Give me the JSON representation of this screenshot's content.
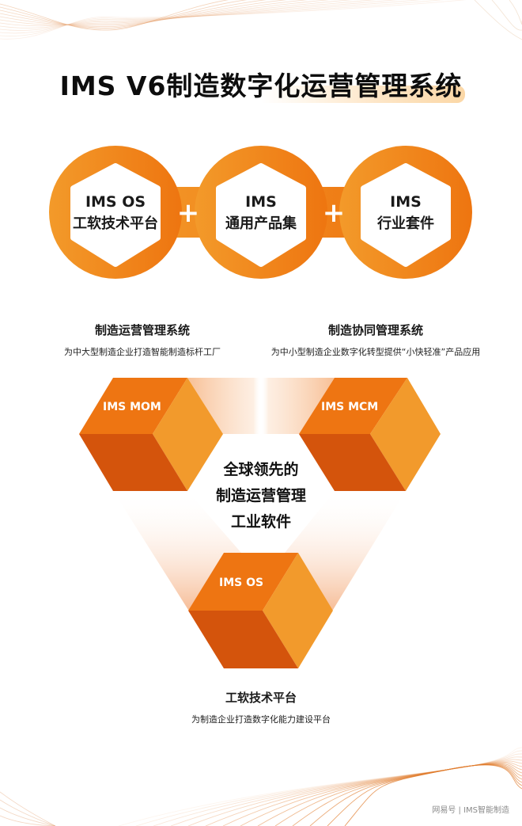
{
  "title": "IMS V6制造数字化运营管理系统",
  "formula": {
    "items": [
      {
        "line1": "IMS OS",
        "line2": "工软技术平台"
      },
      {
        "line1": "IMS",
        "line2": "通用产品集"
      },
      {
        "line1": "IMS",
        "line2": "行业套件"
      }
    ],
    "operator": "+"
  },
  "descriptions": {
    "left": {
      "heading": "制造运营管理系统",
      "sub": "为中大型制造企业打造智能制造标杆工厂"
    },
    "right": {
      "heading": "制造协同管理系统",
      "sub": "为中小型制造企业数字化转型提供“小快轻准”产品应用"
    },
    "bottom": {
      "heading": "工软技术平台",
      "sub": "为制造企业打造数字化能力建设平台"
    }
  },
  "cubes": [
    {
      "label": "IMS MOM"
    },
    {
      "label": "IMS MCM"
    },
    {
      "label": "IMS OS"
    }
  ],
  "center": {
    "lines": [
      "全球领先的",
      "制造运营管理",
      "工业软件"
    ]
  },
  "watermark": "网易号 | IMS智能制造",
  "colors": {
    "ring_left": "#F39A2A",
    "ring_right": "#EE7510",
    "cube_top": "#EE7512",
    "cube_right": "#F29A2C",
    "cube_left": "#D4540C",
    "accent_light": "#FBD7A6"
  }
}
